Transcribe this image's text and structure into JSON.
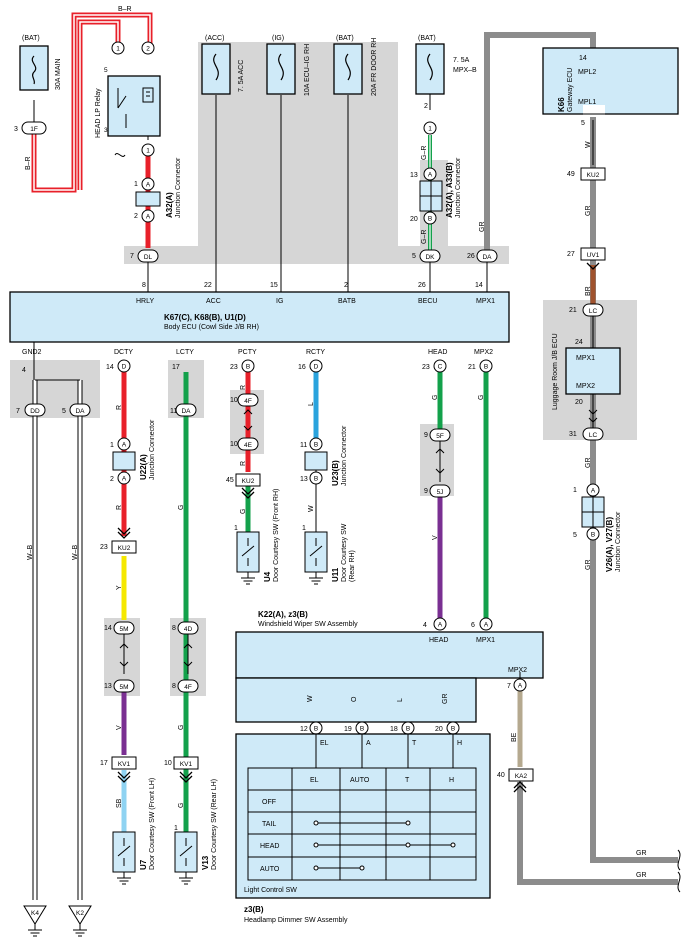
{
  "power": {
    "bat1": {
      "label": "(BAT)",
      "fuse": "30A MAIN"
    },
    "acc": {
      "label": "(ACC)",
      "fuse": "7. 5A ACC"
    },
    "ig": {
      "label": "(IG)",
      "fuse": "10A ECU–IG RH"
    },
    "bat3": {
      "label": "(BAT)",
      "fuse": "20A FR DOOR RH"
    },
    "bat4": {
      "label": "(BAT)",
      "fuse1": "7. 5A",
      "fuse2": "MPX–B"
    }
  },
  "relay": {
    "name": "HEAD LP Relay",
    "wire": "B–R",
    "pins": [
      "1",
      "2",
      "5",
      "3",
      "1"
    ]
  },
  "connectors": {
    "a32a": {
      "name": "A32(A)",
      "desc": "Junction Connector"
    },
    "a32a33b": {
      "name": "A32(A), A33(B)",
      "desc": "Junction Connector"
    },
    "k66": {
      "name": "K66",
      "desc": "Gateway ECU",
      "pin1": "MPL2",
      "pin2": "MPL1"
    },
    "jb": {
      "name": "Luggage Room J/B ECU",
      "pin1": "MPX1",
      "pin2": "MPX2"
    },
    "v26": {
      "name": "V26(A), V27(B)",
      "desc": "Junction Connector"
    },
    "u22": {
      "name": "U22(A)",
      "desc": "Junction Connector"
    },
    "u23": {
      "name": "U23(B)",
      "desc": "Junction Connector"
    }
  },
  "body_ecu": {
    "title": "K67(C), K68(B), U1(D)",
    "subtitle": "Body ECU (Cowl Side J/B RH)",
    "top_pins": [
      {
        "name": "HRLY",
        "no": "8"
      },
      {
        "name": "ACC",
        "no": "22"
      },
      {
        "name": "IG",
        "no": "15"
      },
      {
        "name": "BATB",
        "no": "2"
      },
      {
        "name": "BECU",
        "no": "26"
      },
      {
        "name": "MPX1",
        "no": "14"
      }
    ],
    "bottom_pins": [
      "GND2",
      "DCTY",
      "LCTY",
      "PCTY",
      "RCTY",
      "HEAD",
      "MPX2"
    ]
  },
  "wiper": {
    "title": "K22(A), z3(B)",
    "subtitle": "Windshield Wiper SW Assembly",
    "pins": {
      "head": "HEAD",
      "mpx1": "MPX1",
      "mpx2": "MPX2"
    },
    "wires": [
      "W",
      "O",
      "L",
      "GR"
    ],
    "outputs": [
      {
        "no": "12",
        "label": "EL"
      },
      {
        "no": "19",
        "label": "A"
      },
      {
        "no": "18",
        "label": "T"
      },
      {
        "no": "20",
        "label": "H"
      }
    ]
  },
  "light_switch": {
    "name": "Light Control SW",
    "assembly_code": "z3(B)",
    "assembly": "Headlamp Dimmer SW Assembly",
    "columns": [
      "EL",
      "AUTO",
      "T",
      "H"
    ],
    "rows": [
      "OFF",
      "TAIL",
      "HEAD",
      "AUTO"
    ]
  },
  "door_switches": {
    "u4": {
      "code": "U4",
      "desc": "Door Courtesy SW (Front RH)"
    },
    "u11": {
      "code": "U11",
      "desc": "Door Courtesy SW",
      "desc2": "(Rear RH)"
    },
    "u7": {
      "code": "U7",
      "desc": "Door Courtesy SW (Front LH)"
    },
    "v13": {
      "code": "V13",
      "desc": "Door Courtesy SW (Rear LH)"
    }
  },
  "labels": {
    "c1f": "1F",
    "cdl": "DL",
    "cdk": "DK",
    "cda": "DA",
    "cku2": "KU2",
    "cuv1": "UV1",
    "clc": "LC",
    "cdd": "DD",
    "cka2": "KA2",
    "ck4": "K4",
    "ck2": "K2",
    "c4f": "4F",
    "c4e": "4E",
    "c5f": "5F",
    "c5j": "5J",
    "c5m": "5M",
    "c4d": "4D",
    "ckv1": "KV1",
    "pa": "A",
    "pb": "B",
    "pc": "C",
    "pd": "D"
  },
  "wires": {
    "br": "B–R",
    "gr": "GR",
    "w": "W",
    "brn": "BR",
    "wb": "W–B",
    "r": "R",
    "y": "Y",
    "v": "V",
    "sb": "SB",
    "g": "G",
    "l": "L",
    "be": "BE",
    "g_r": "G–R"
  },
  "pins": {
    "n1": "1",
    "n2": "2",
    "n3": "3",
    "n4": "4",
    "n5": "5",
    "n6": "6",
    "n7": "7",
    "n8": "8",
    "n9": "9",
    "n10": "10",
    "n11": "11",
    "n12": "12",
    "n13": "13",
    "n14": "14",
    "n16": "16",
    "n17": "17",
    "n20": "20",
    "n21": "21",
    "n23": "23",
    "n24": "24",
    "n26": "26",
    "n27": "27",
    "n31": "31",
    "n40": "40",
    "n45": "45",
    "n49": "49"
  },
  "colors": {
    "panel": "#cfeaf8",
    "shade": "#d6d6d6",
    "red": "#e8202a",
    "green": "#13a14b",
    "blue": "#2aa3dd",
    "yellow": "#f5e800",
    "violet": "#7a2f92",
    "lightblue": "#8fd3f2",
    "orange": "#f08a1e",
    "grey": "#8c8c8c",
    "brown": "#a0522d",
    "beige": "#b5a98f"
  }
}
